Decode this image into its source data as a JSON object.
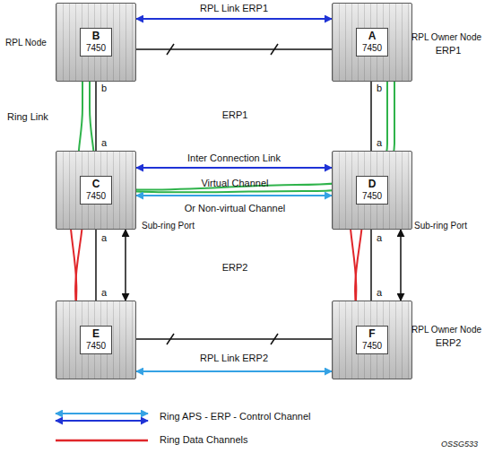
{
  "diagram": {
    "nodes": [
      {
        "text": [
          "B",
          "7450"
        ]
      },
      {
        "text": [
          "A",
          "7450"
        ]
      },
      {
        "text": [
          "C",
          "7450"
        ]
      },
      {
        "text": [
          "D",
          "7450"
        ]
      },
      {
        "text": [
          "E",
          "7450"
        ]
      },
      {
        "text": [
          "F",
          "7450"
        ]
      }
    ],
    "edges": [
      {
        "from": 0,
        "to": 1,
        "arrow": "none"
      },
      {
        "from": 0,
        "to": 1,
        "arrow": "both",
        "label": "RPL Link ERP1"
      },
      {
        "from": 0,
        "to": 2,
        "arrow": "none"
      },
      {
        "from": 1,
        "to": 3,
        "arrow": "none"
      },
      {
        "from": 2,
        "to": 3,
        "arrow": "both",
        "label": "Inter Connection Link"
      },
      {
        "from": 2,
        "to": 3,
        "arrow": "both"
      },
      {
        "from": 2,
        "to": 4,
        "arrow": "none"
      },
      {
        "from": 3,
        "to": 5,
        "arrow": "none"
      },
      {
        "from": 4,
        "to": 5,
        "arrow": "none"
      },
      {
        "from": 4,
        "to": 5,
        "arrow": "both",
        "label": "RPL Link ERP2"
      },
      {
        "from": 2,
        "to": 4,
        "arrow": "both"
      },
      {
        "from": 3,
        "to": 5,
        "arrow": "both"
      }
    ],
    "labels": [
      "RPL Node",
      "RPL Owner Node",
      "ERP1",
      "b",
      "b",
      "Ring Link",
      "ERP1",
      "a",
      "a",
      "Virtual Channel",
      "Or Non-virtual Channel",
      "a",
      "Sub-ring Port",
      "a",
      "Sub-ring Port",
      "ERP2",
      "a",
      "a",
      "RPL Owner Node",
      "ERP2",
      "OSSG533"
    ],
    "legend": [
      {
        "text": "Ring APS - ERP - Control Channel"
      },
      {
        "text": "Ring Data Channels"
      }
    ]
  }
}
